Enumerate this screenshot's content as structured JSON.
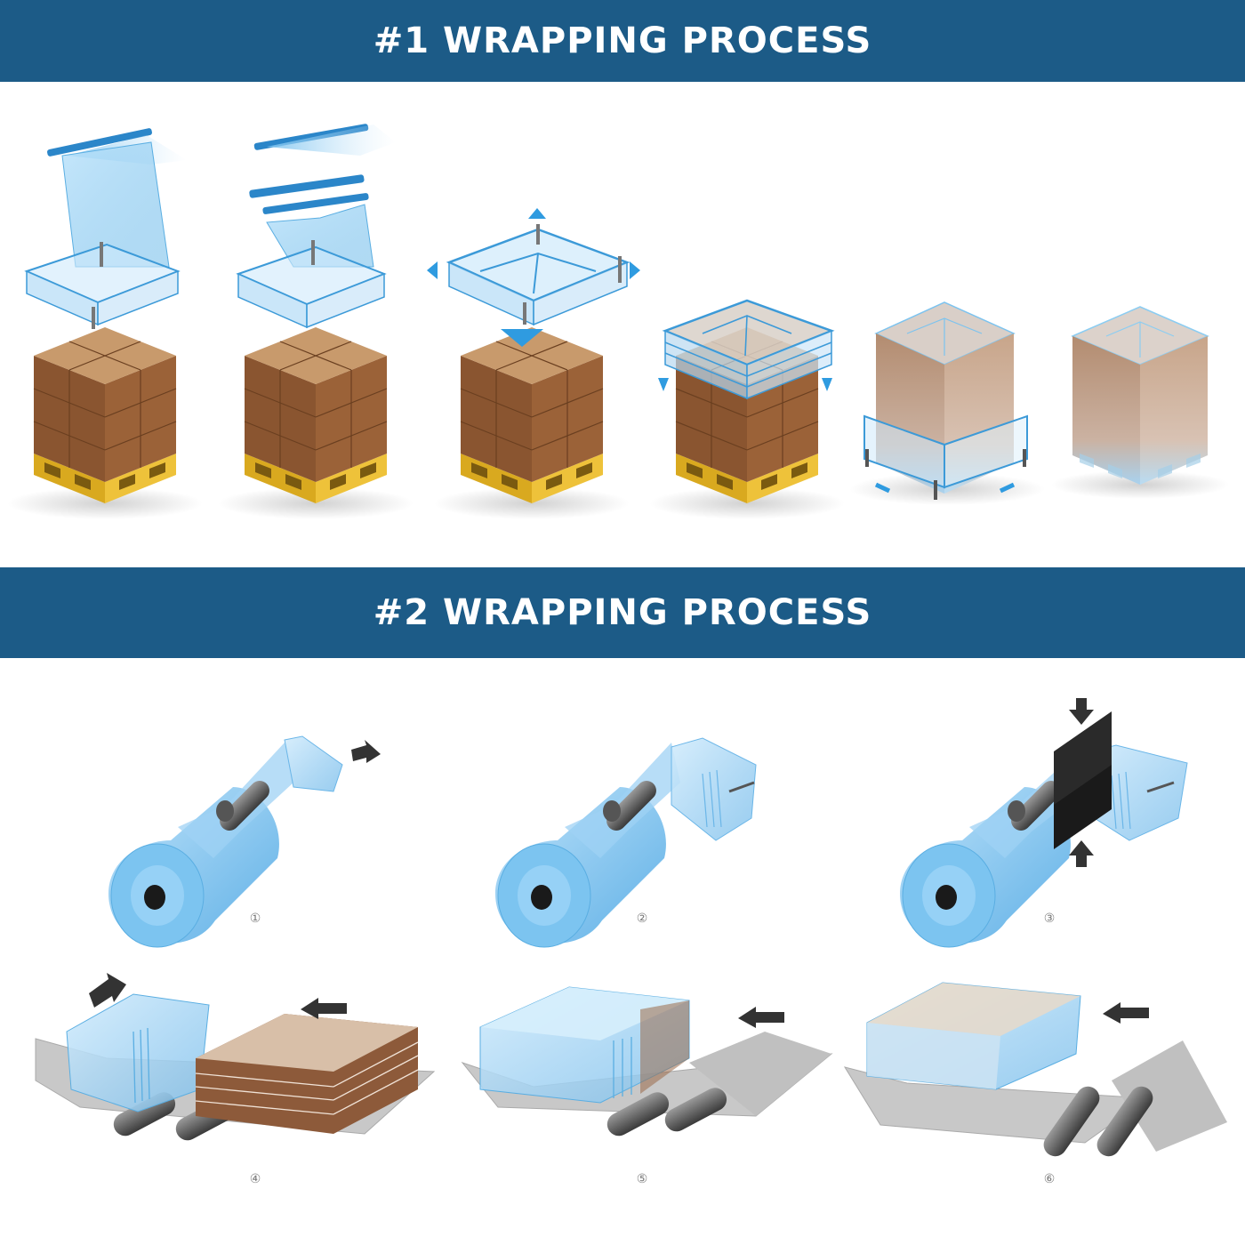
{
  "section1": {
    "title": "#1 WRAPPING PROCESS",
    "step_count": 6
  },
  "section2": {
    "title": "#2 WRAPPING PROCESS",
    "steps": [
      {
        "number": "①"
      },
      {
        "number": "②"
      },
      {
        "number": "③"
      },
      {
        "number": "④"
      },
      {
        "number": "⑤"
      },
      {
        "number": "⑥"
      }
    ]
  },
  "colors": {
    "banner": "#1c5b87",
    "film": "#8fcdf3",
    "film_edge": "#3c9ad8",
    "carton": "#8f5a33",
    "pallet": "#e2b528",
    "arrow_blue": "#2f9be0",
    "arrow_dark": "#333333"
  }
}
